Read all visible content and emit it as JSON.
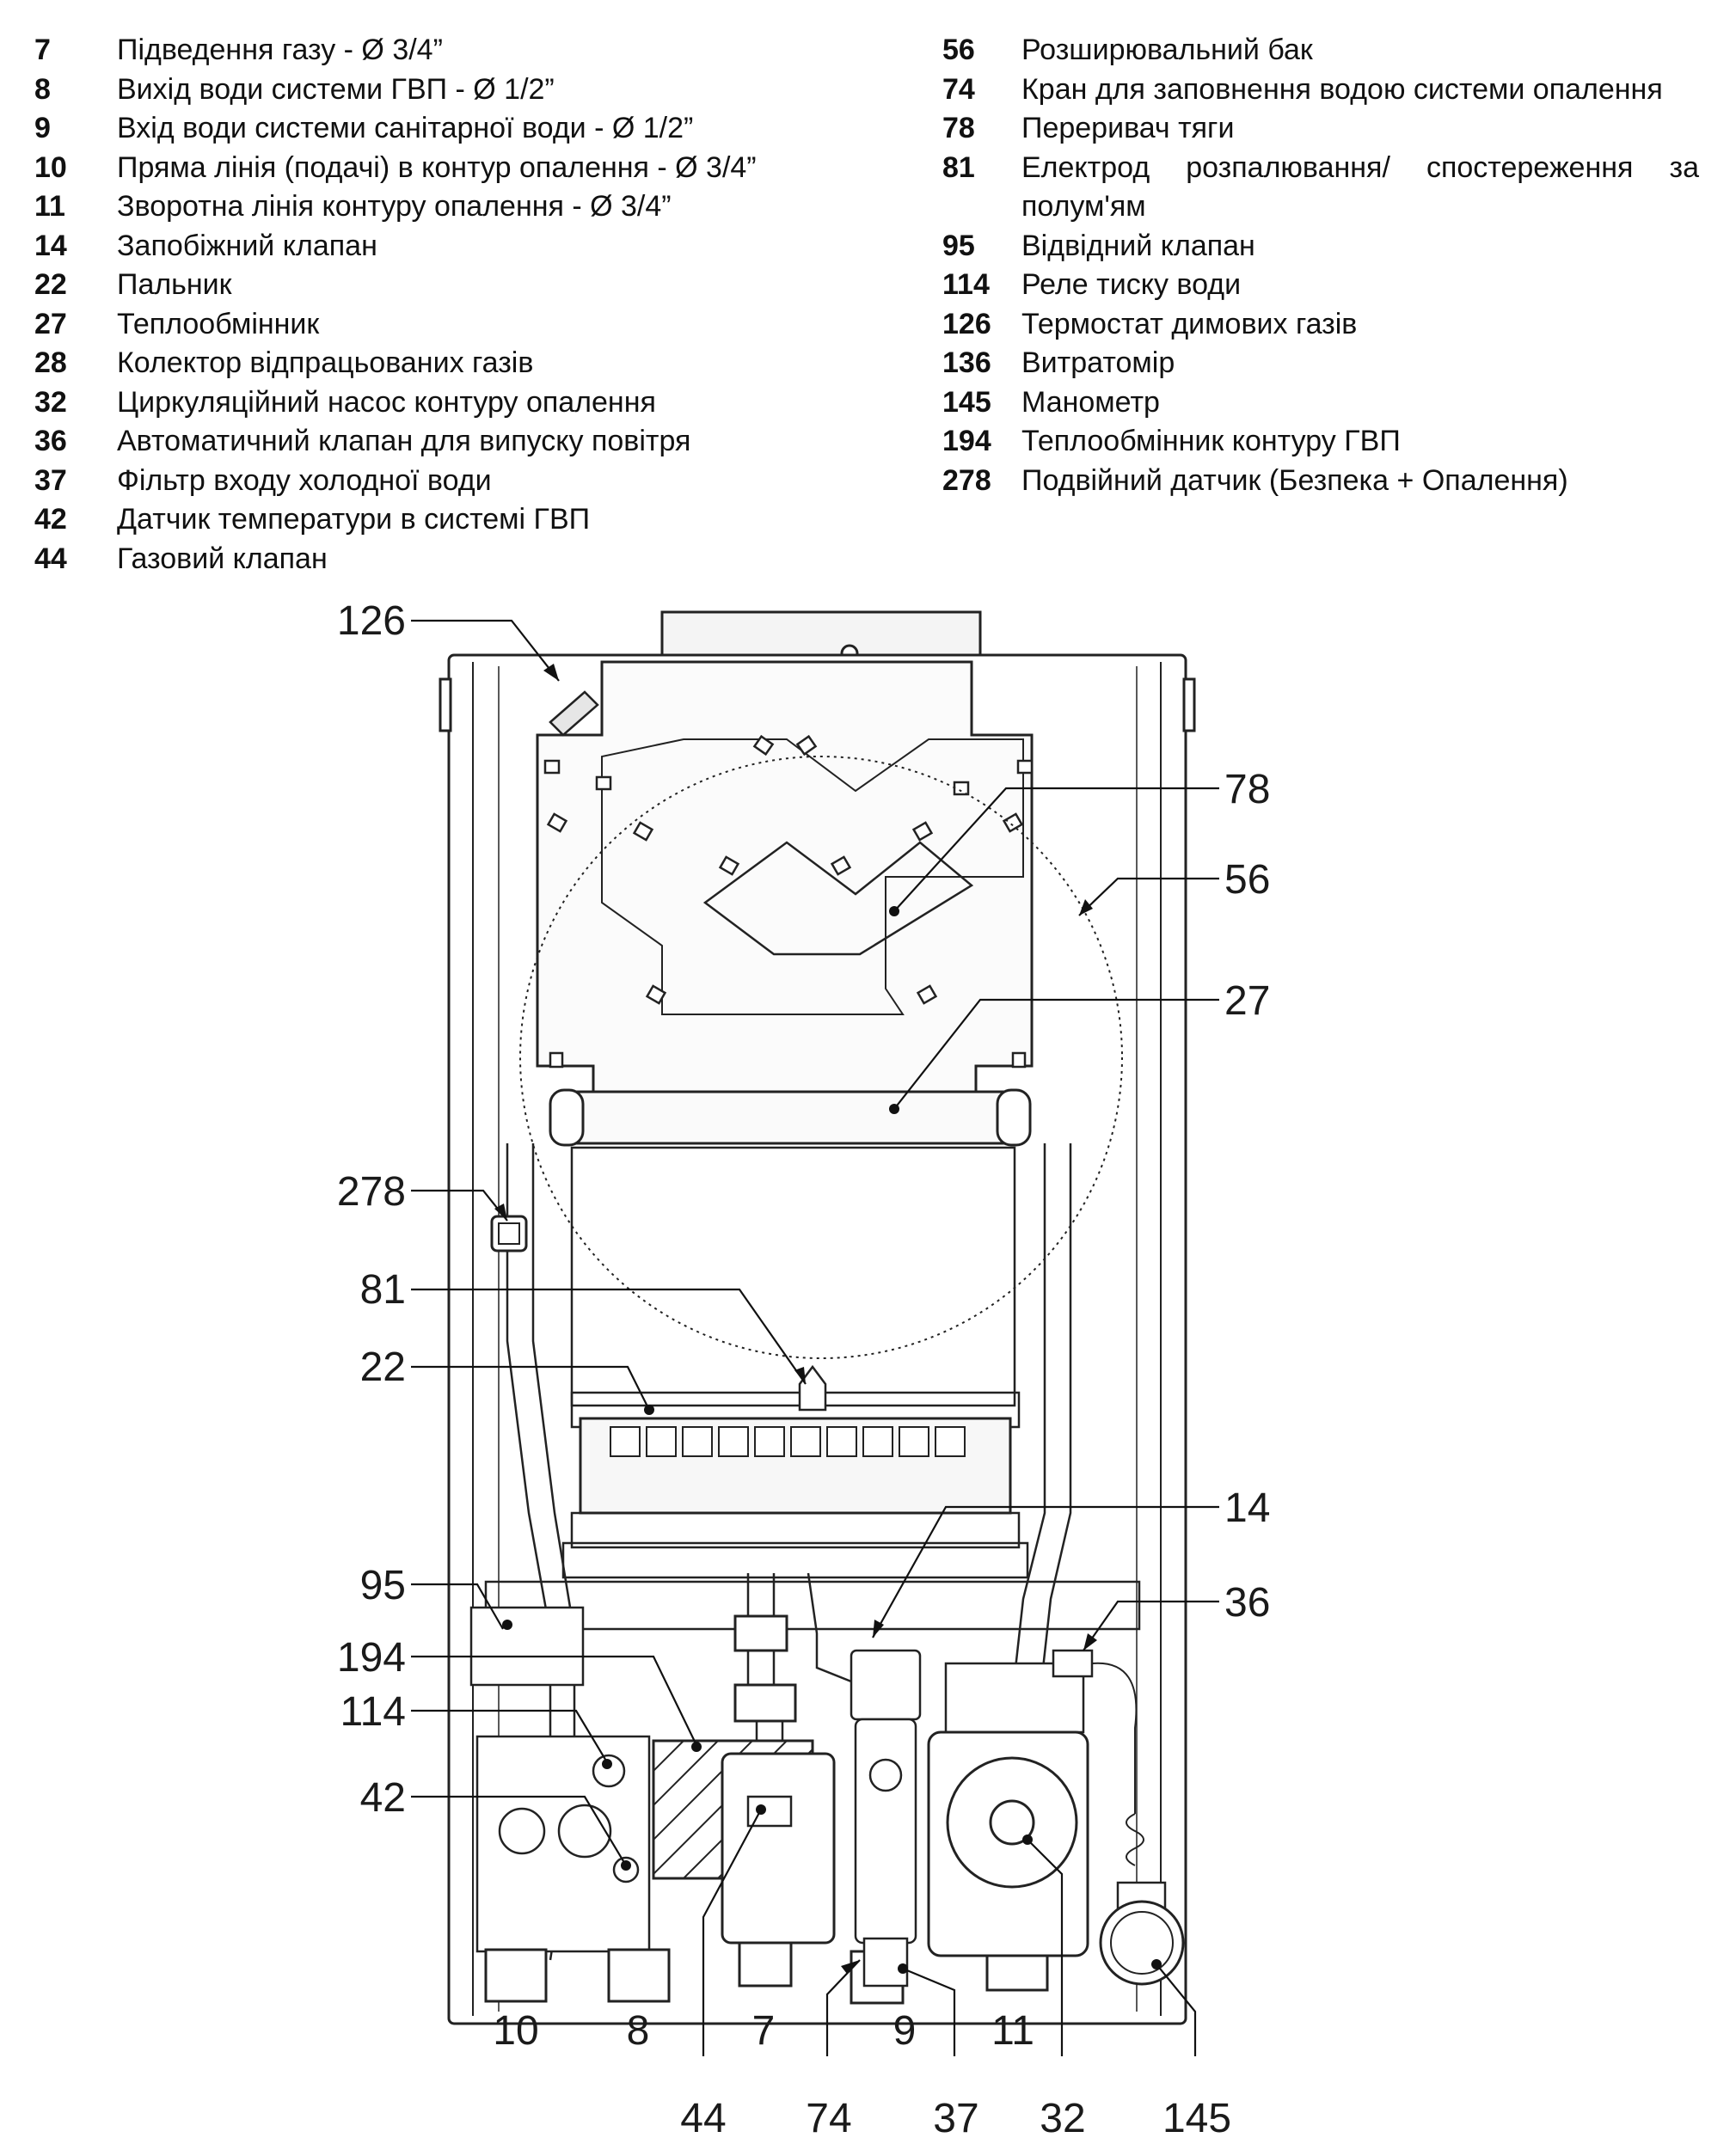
{
  "legend_left": [
    {
      "num": "7",
      "text": "Підведення газу - Ø 3/4”"
    },
    {
      "num": "8",
      "text": "Вихід води системи ГВП - Ø 1/2”"
    },
    {
      "num": "9",
      "text": "Вхід води системи санітарної води - Ø 1/2”"
    },
    {
      "num": "10",
      "text": "Пряма лінія (подачі) в контур опалення - Ø 3/4”"
    },
    {
      "num": "11",
      "text": "Зворотна лінія контуру опалення - Ø 3/4”"
    },
    {
      "num": "14",
      "text": "Запобіжний клапан"
    },
    {
      "num": "22",
      "text": "Пальник"
    },
    {
      "num": "27",
      "text": "Теплообмінник"
    },
    {
      "num": "28",
      "text": "Колектор відпрацьованих газів"
    },
    {
      "num": "32",
      "text": "Циркуляційний насос контуру опалення"
    },
    {
      "num": "36",
      "text": "Автоматичний клапан для випуску повітря"
    },
    {
      "num": "37",
      "text": "Фільтр входу холодної води"
    },
    {
      "num": "42",
      "text": "Датчик температури в системі ГВП"
    },
    {
      "num": "44",
      "text": "Газовий клапан"
    }
  ],
  "legend_right": [
    {
      "num": "56",
      "text": "Розширювальний бак"
    },
    {
      "num": "74",
      "text": "Кран для заповнення водою системи опалення"
    },
    {
      "num": "78",
      "text": "Переривач тяги"
    },
    {
      "num": "81",
      "text": "Електрод розпалювання/ спостереження за полум'ям"
    },
    {
      "num": "95",
      "text": "Відвідний клапан"
    },
    {
      "num": "114",
      "text": "Реле тиску води"
    },
    {
      "num": "126",
      "text": "Термостат димових газів"
    },
    {
      "num": "136",
      "text": "Витратомір"
    },
    {
      "num": "145",
      "text": "Манометр"
    },
    {
      "num": "194",
      "text": "Теплообмінник контуру ГВП"
    },
    {
      "num": "278",
      "text": "Подвійний датчик (Безпека + Опалення)"
    }
  ],
  "callouts": {
    "c126": "126",
    "c78": "78",
    "c56": "56",
    "c27": "27",
    "c278": "278",
    "c81": "81",
    "c22": "22",
    "c14": "14",
    "c95": "95",
    "c36": "36",
    "c194": "194",
    "c114": "114",
    "c42": "42",
    "c10": "10",
    "c8": "8",
    "c7": "7",
    "c9": "9",
    "c11": "11",
    "c44": "44",
    "c74": "74",
    "c37": "37",
    "c32": "32",
    "c145": "145"
  }
}
